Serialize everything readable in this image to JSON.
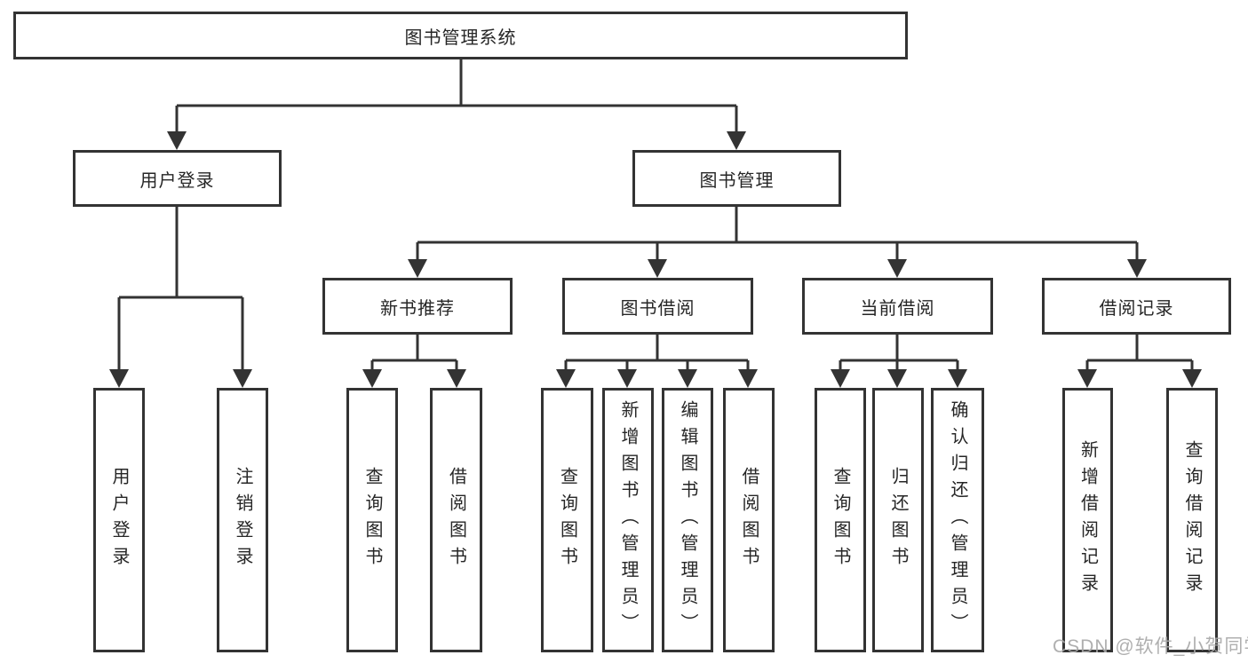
{
  "diagram_type": "hierarchy-tree",
  "nodes": {
    "root": {
      "id": "library-system",
      "label": "图书管理系统"
    },
    "level2": [
      {
        "id": "user-login",
        "label": "用户登录"
      },
      {
        "id": "book-management",
        "label": "图书管理"
      }
    ],
    "level3": [
      {
        "id": "new-book-recommend",
        "label": "新书推荐"
      },
      {
        "id": "book-borrow",
        "label": "图书借阅"
      },
      {
        "id": "current-borrow",
        "label": "当前借阅"
      },
      {
        "id": "borrow-records",
        "label": "借阅记录"
      }
    ],
    "level4": [
      {
        "id": "user-login-action",
        "parent": "user-login",
        "label": "用户登录"
      },
      {
        "id": "logout-action",
        "parent": "user-login",
        "label": "注销登录"
      },
      {
        "id": "query-books-recommend",
        "parent": "new-book-recommend",
        "label": "查询图书"
      },
      {
        "id": "borrow-books-recommend",
        "parent": "new-book-recommend",
        "label": "借阅图书"
      },
      {
        "id": "query-books-borrow",
        "parent": "book-borrow",
        "label": "查询图书"
      },
      {
        "id": "add-books-admin",
        "parent": "book-borrow",
        "label": "新增图书（管理员）"
      },
      {
        "id": "edit-books-admin",
        "parent": "book-borrow",
        "label": "编辑图书（管理员）"
      },
      {
        "id": "borrow-books",
        "parent": "book-borrow",
        "label": "借阅图书"
      },
      {
        "id": "query-books-current",
        "parent": "current-borrow",
        "label": "查询图书"
      },
      {
        "id": "return-books",
        "parent": "current-borrow",
        "label": "归还图书"
      },
      {
        "id": "confirm-return-admin",
        "parent": "current-borrow",
        "label": "确认归还（管理员）"
      },
      {
        "id": "add-borrow-record",
        "parent": "borrow-records",
        "label": "新增借阅记录"
      },
      {
        "id": "query-borrow-record",
        "parent": "borrow-records",
        "label": "查询借阅记录"
      }
    ]
  },
  "watermark": {
    "text": "CSDN @软件_小贺同学"
  },
  "colors": {
    "line": "#333333",
    "box_border": "#333333",
    "text": "#262626",
    "watermark": "#a8a8a8",
    "background": "#ffffff"
  }
}
